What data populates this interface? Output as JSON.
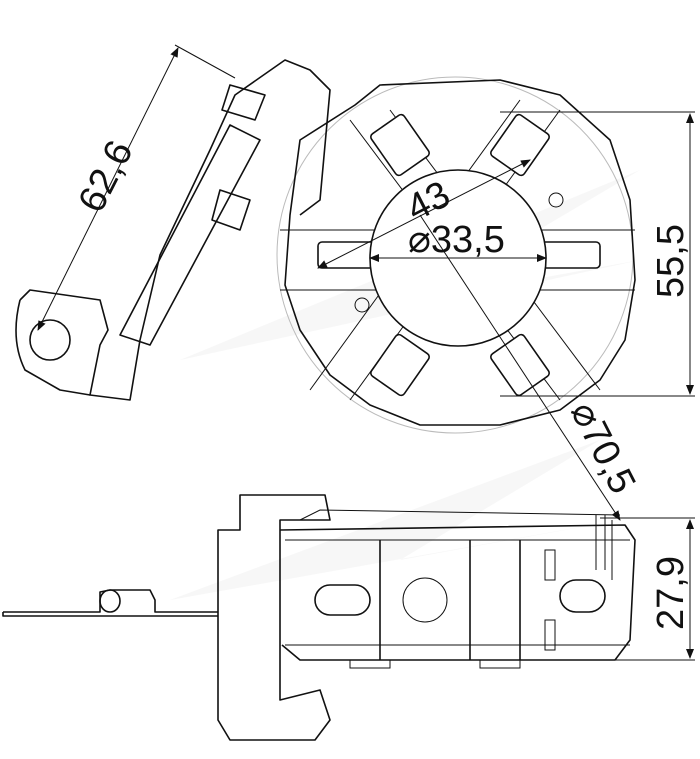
{
  "drawing": {
    "views": [
      "top-view",
      "side-view"
    ],
    "dimensions": {
      "arm_length": "62,6",
      "inner_span": "43",
      "inner_diameter": "⌀33,5",
      "height_top_view": "55,5",
      "outer_diameter": "⌀70,5",
      "height_side_view": "27,9"
    }
  }
}
